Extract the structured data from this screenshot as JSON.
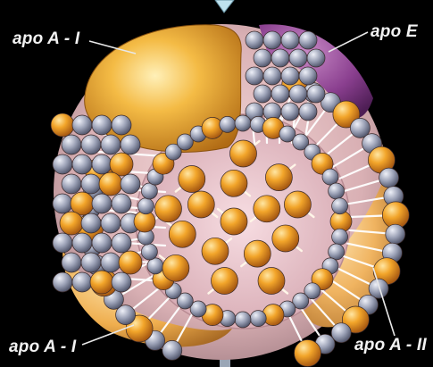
{
  "labels": {
    "apo_a1_top": "apo A - I",
    "apo_e": "apo E",
    "apo_a1_bottom": "apo A - I",
    "apo_a2": "apo A - II"
  },
  "colors": {
    "background": "#000000",
    "label_text": "#f2f2f2",
    "leader_line": "#e8e8e8",
    "apo_a1": "#f0b032",
    "apo_e": "#8a3f8f",
    "apo_a2": "#f2b867",
    "phospholipid_head": "#9aa0b4",
    "core_sphere": "#e89a28",
    "core_membrane": "#e9bfc5"
  },
  "icons": {
    "top_pointer": "down-triangle-icon",
    "bottom_pointer": "stub-icon"
  }
}
